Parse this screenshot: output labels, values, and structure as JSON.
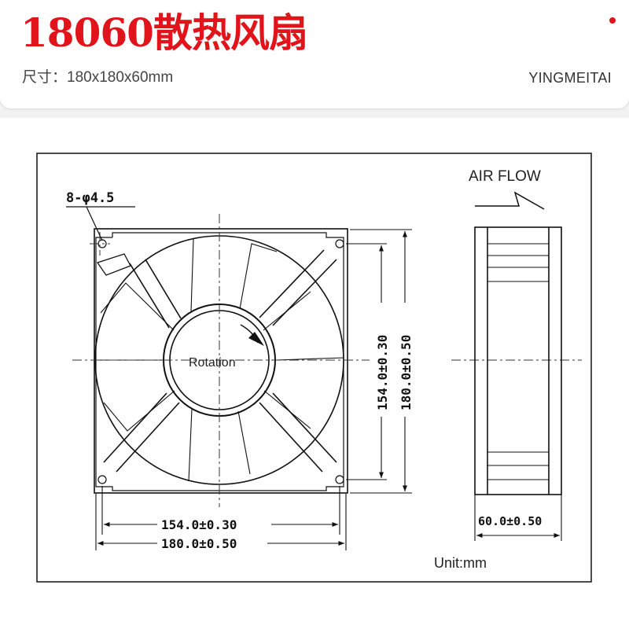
{
  "header": {
    "title": "18060散热风扇",
    "size_label": "尺寸：",
    "size_value": "180x180x60mm",
    "brand": "YINGMEITAI",
    "accent_color": "#e0141a"
  },
  "drawing": {
    "hole_spec": "8-φ4.5",
    "rotation_label": "Rotation",
    "airflow_label": "AIR FLOW",
    "dim_width_inner": "154.0±0.30",
    "dim_width_outer": "180.0±0.50",
    "dim_height_inner": "154.0±0.30",
    "dim_height_outer": "180.0±0.50",
    "dim_depth": "60.0±0.50",
    "unit": "Unit:mm"
  }
}
